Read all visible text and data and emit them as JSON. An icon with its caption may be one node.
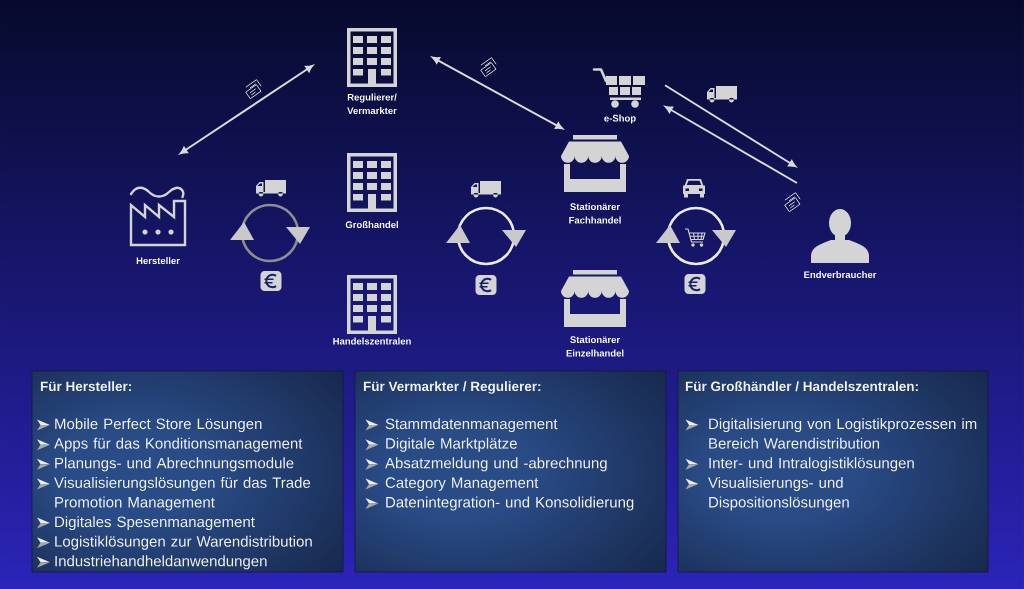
{
  "diagram": {
    "nodes": [
      {
        "text": [
          "Regulierer/ Vermarkter"
        ]
      },
      {
        "text": [
          "e-Shop"
        ]
      },
      {
        "text": [
          "Hersteller"
        ]
      },
      {
        "text": [
          "Großhandel"
        ]
      },
      {
        "text": [
          "Stationärer Fachhandel"
        ]
      },
      {
        "text": [
          "Endverbraucher"
        ]
      },
      {
        "text": [
          "Handelszentralen"
        ]
      },
      {
        "text": [
          "Stationärer Einzelhandel"
        ]
      },
      {
        "text": [
          "Für Hersteller:",
          "Mobile Perfect Store Lösungen",
          "Apps für das Konditionsmanagement",
          "Planungs- und Abrechnungsmodule",
          "Visualisierungslösungen für das Trade Promotion Management",
          "Digitales Spesenmanagement",
          "Logistiklösungen zur Warendistribution",
          "Industriehandheldanwendungen"
        ]
      },
      {
        "text": [
          "Für Vermarkter / Regulierer:",
          "Stammdatenmanagement",
          "Digitale Marktplätze",
          "Absatzmeldung und -abrechnung",
          "Category Management",
          "Datenintegration- und Konsolidierung"
        ]
      },
      {
        "text": [
          "Für Großhändler / Handelszentralen:",
          "Digitalisierung von Logistikprozessen im Bereich Warendistribution",
          "Inter- und Intralogistiklösungen",
          "Visualisierungs- und Dispositionslösungen"
        ]
      }
    ],
    "edges": [
      {
        "from": 2,
        "to": 0,
        "arrow": "both"
      },
      {
        "from": 0,
        "to": 4,
        "arrow": "both"
      },
      {
        "from": 1,
        "to": 5,
        "arrow": "to"
      },
      {
        "from": 5,
        "to": 1,
        "arrow": "to"
      }
    ]
  }
}
